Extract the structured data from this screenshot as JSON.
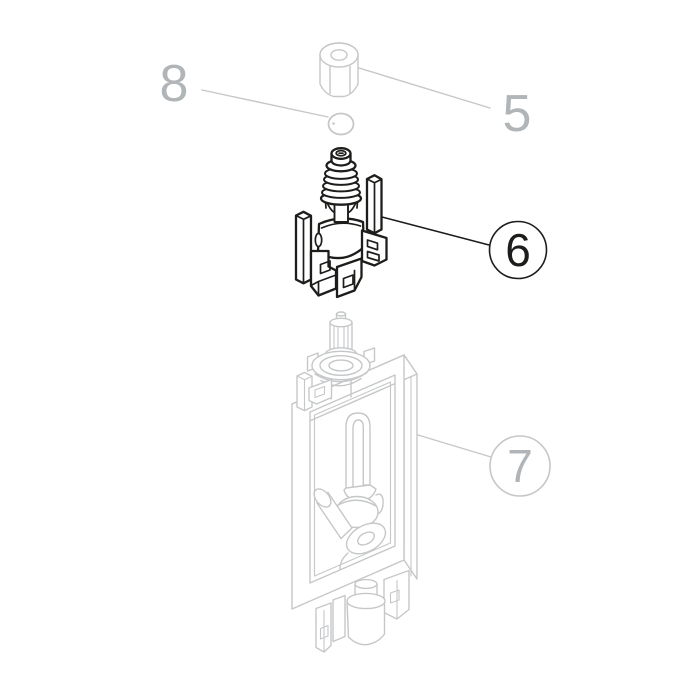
{
  "diagram": {
    "kind": "exploded-parts-diagram",
    "background": "#ffffff"
  },
  "colors": {
    "background": "#ffffff",
    "muted_line": "#c5c7c9",
    "muted_text": "#b2b5b7",
    "dark_line": "#1d1d1b",
    "dark_text": "#1d1d1b"
  },
  "callouts": [
    {
      "label": "8",
      "style": "plain",
      "tone": "muted",
      "target_part": "o-ring"
    },
    {
      "label": "5",
      "style": "plain",
      "tone": "muted",
      "target_part": "hex-cap-nut"
    },
    {
      "label": "6",
      "style": "circled",
      "tone": "dark",
      "target_part": "solenoid-valve-unit"
    },
    {
      "label": "7",
      "style": "circled",
      "tone": "muted",
      "target_part": "valve-housing-assembly"
    }
  ]
}
